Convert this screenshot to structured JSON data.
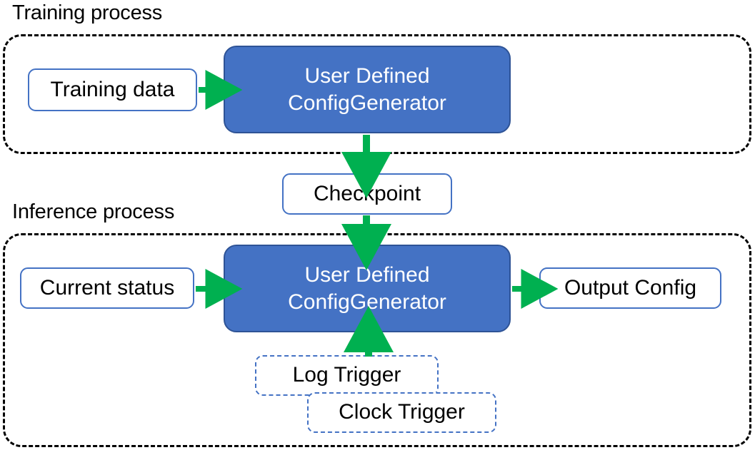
{
  "diagram": {
    "title_training": "Training process",
    "title_inference": "Inference process",
    "colors": {
      "primary_fill": "#4472C4",
      "primary_stroke": "#2E5396",
      "plain_stroke": "#4472C4",
      "arrow_green": "#00B050",
      "group_stroke": "#000000",
      "text_dark": "#000000",
      "text_light": "#FFFFFF",
      "background": "#FFFFFF"
    },
    "nodes": {
      "training_data": "Training data",
      "config_generator_training": "User Defined\nConfigGenerator",
      "config_generator_training_line1": "User Defined",
      "config_generator_training_line2": "ConfigGenerator",
      "checkpoint": "Checkpoint",
      "current_status": "Current status",
      "config_generator_inference_line1": "User Defined",
      "config_generator_inference_line2": "ConfigGenerator",
      "output_config": "Output Config",
      "log_trigger": "Log Trigger",
      "clock_trigger": "Clock Trigger"
    },
    "edges": [
      {
        "name": "training-data-to-generator",
        "from": "training_data",
        "to": "config_generator_training",
        "direction": "right"
      },
      {
        "name": "generator-to-checkpoint",
        "from": "config_generator_training",
        "to": "checkpoint",
        "direction": "down"
      },
      {
        "name": "checkpoint-to-generator",
        "from": "checkpoint",
        "to": "config_generator_inference",
        "direction": "down"
      },
      {
        "name": "current-status-to-generator",
        "from": "current_status",
        "to": "config_generator_inference",
        "direction": "right"
      },
      {
        "name": "generator-to-output-config",
        "from": "config_generator_inference",
        "to": "output_config",
        "direction": "right"
      },
      {
        "name": "triggers-to-generator",
        "from": "log_trigger",
        "to": "config_generator_inference",
        "direction": "up"
      }
    ]
  }
}
